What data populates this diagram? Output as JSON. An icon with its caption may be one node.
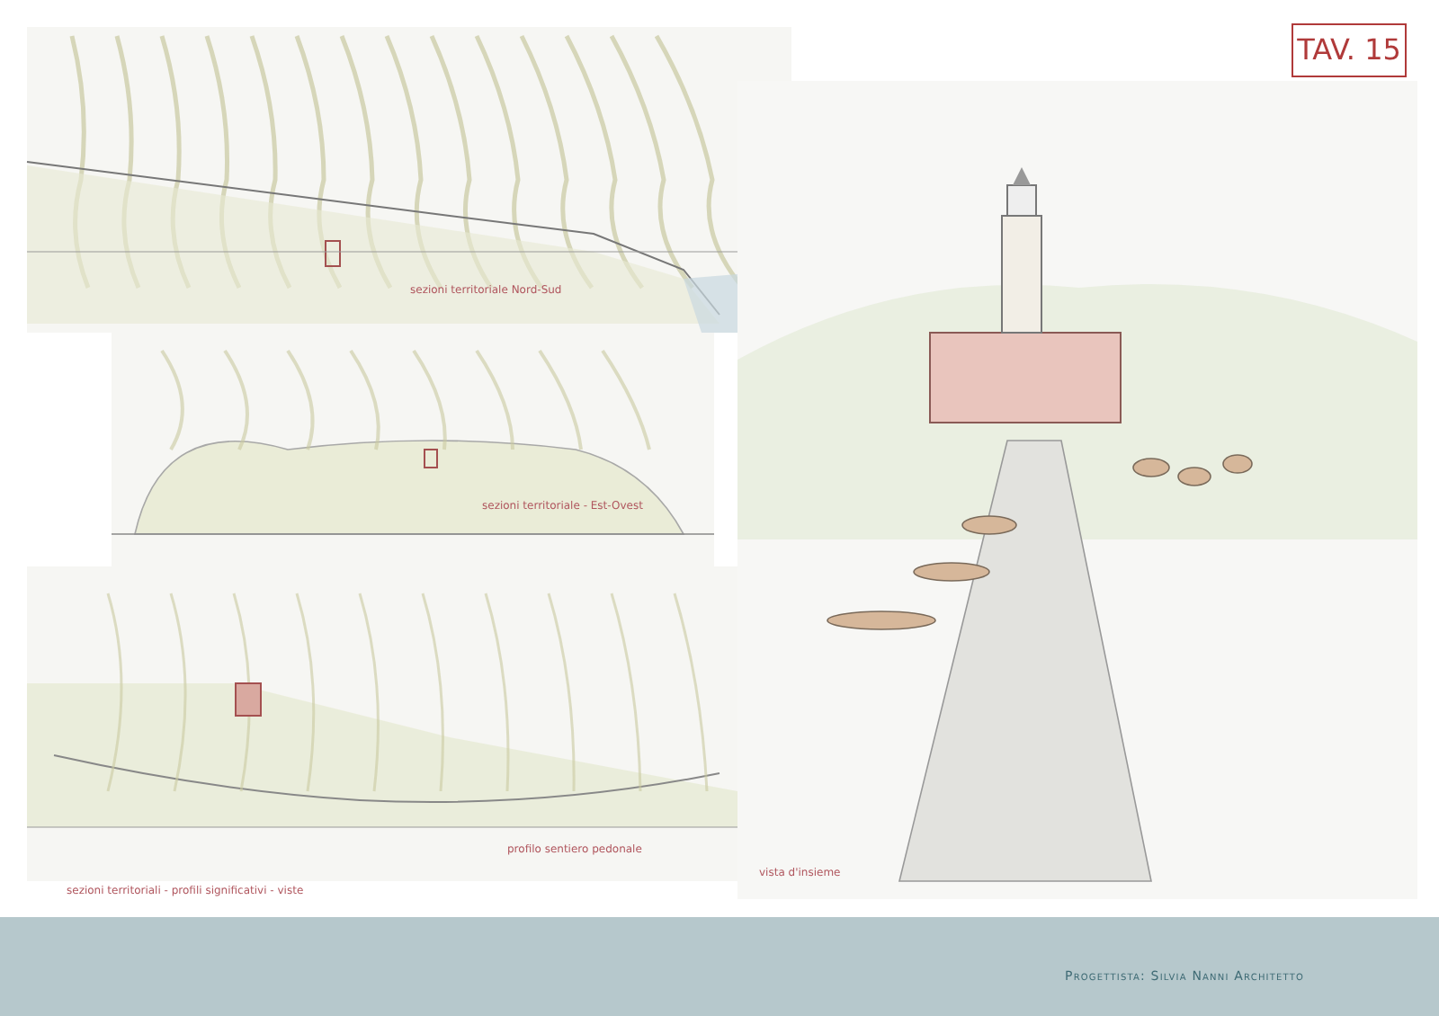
{
  "diagram": {
    "labels": [
      "TAV. 15",
      "sezioni territoriale Nord-Sud",
      "sezioni territoriale - Est-Ovest",
      "profilo sentiero pedonale",
      "sezioni territoriali - profili significativi - viste",
      "vista d'insieme",
      "Progettista: Silvia Nanni Architetto"
    ]
  }
}
